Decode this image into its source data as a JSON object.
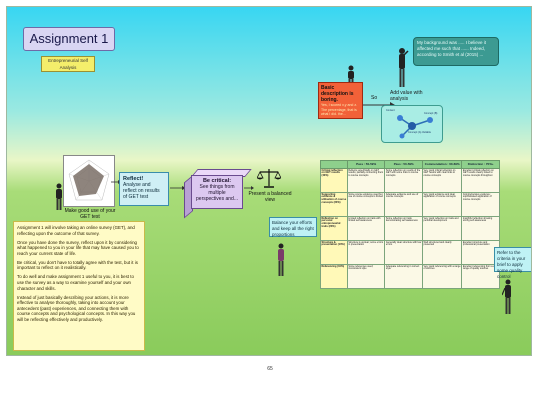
{
  "title": "Assignment 1",
  "subtitle": "Entrepreneurial Self Analysis",
  "top_note": "My background was ..... I believe it affected me such that ...... Indeed, according to Smith et al (2015) ...",
  "basic_box": {
    "title": "Basic description is boring.",
    "subtext": "Yes, I scored x,y and z. The percentage, that is what I did. the..."
  },
  "so_label": "So",
  "add_value": "Add value with analysis",
  "analysis_diagram": {
    "node_labels": [
      "Content",
      "Concept (A) Variable",
      "Concept (B)"
    ]
  },
  "radar_caption": "Make good use of your GET test",
  "reflect": {
    "title": "Reflect!",
    "text": "Analyse and reflect on results of GET test"
  },
  "critical": {
    "title": "Be critical:",
    "text": "See things from multiple perspectives and..."
  },
  "balanced": "Present a balanced view",
  "efforts": "Balance your efforts and keep all the right proportions",
  "criteria": "Refer to the criteria in your brief to apply some quality control",
  "intro": [
    "Assignment 1 will involve taking an online survey (GET), and reflecting upon the outcome of that survey.",
    "Once you have done the survey, reflect upon it by considering what happened to you in your life that may have caused you to reach your current state of life.",
    "Be critical, you don't have to totally agree with the test, but it is important to reflect on it realistically.",
    "To do well and make assignment 1 useful to you, it is best to use the survey as a way to examine yourself and your own character and skills.",
    "Instead of just basically describing your actions, it is more effective to analyse thoroughly, taking into account your antecedent (past) experiences, and connecting them with course concepts and psychological concepts. In this way you will be reflecting effectively and productively."
  ],
  "rubric": {
    "headers": [
      "",
      "Pass : 50-59%",
      "Pass : 50-59%",
      "Commendation : 60-69%",
      "Distinction : 70%+"
    ],
    "rows": [
      [
        "Critical reflection on GET results (40%)",
        "Reflects superficially on GET results; partially connecting them to course concepts",
        "Some reflection on results of the GET with some links to course concepts",
        "Very good critical reflection on GET results with clear links to course concepts",
        "Excellent critical reflection on GET results clearly linked to course concepts throughout"
      ],
      [
        "Supporting evidence & utilisation of course concepts (20%)",
        "Some course evidence used but use of course concepts is limited",
        "Adequate evidence and use of course concepts",
        "Very good evidence and clear application of course concepts",
        "Comprehensive evidence; sophisticated application of course concepts"
      ],
      [
        "Reflection on personal entrepreneurial traits (20%)",
        "Limited reflection on traits with limited self awareness",
        "Some reflection on traits demonstrating self awareness",
        "Very good reflection on traits and personal development",
        "Insightful reflection showing strong self awareness"
      ],
      [
        "Structure & presentation (10%)",
        "Structure is unclear; some errors in presentation",
        "Generally clear structure with few errors",
        "Well structured and clearly presented",
        "Excellent structure and professional presentation"
      ],
      [
        "Referencing (10%)",
        "Some references used; inconsistent style",
        "Adequate referencing in correct style",
        "Very good referencing with a range of sources",
        "Excellent referencing from a wide range of quality sources"
      ]
    ]
  },
  "page_number": "65",
  "colors": {
    "title_box": "#d9d6f3",
    "teal": "#3c9a92",
    "red": "#f26138",
    "rubric_header": "#8ed08c",
    "intro_bg": "#fffbc6"
  }
}
